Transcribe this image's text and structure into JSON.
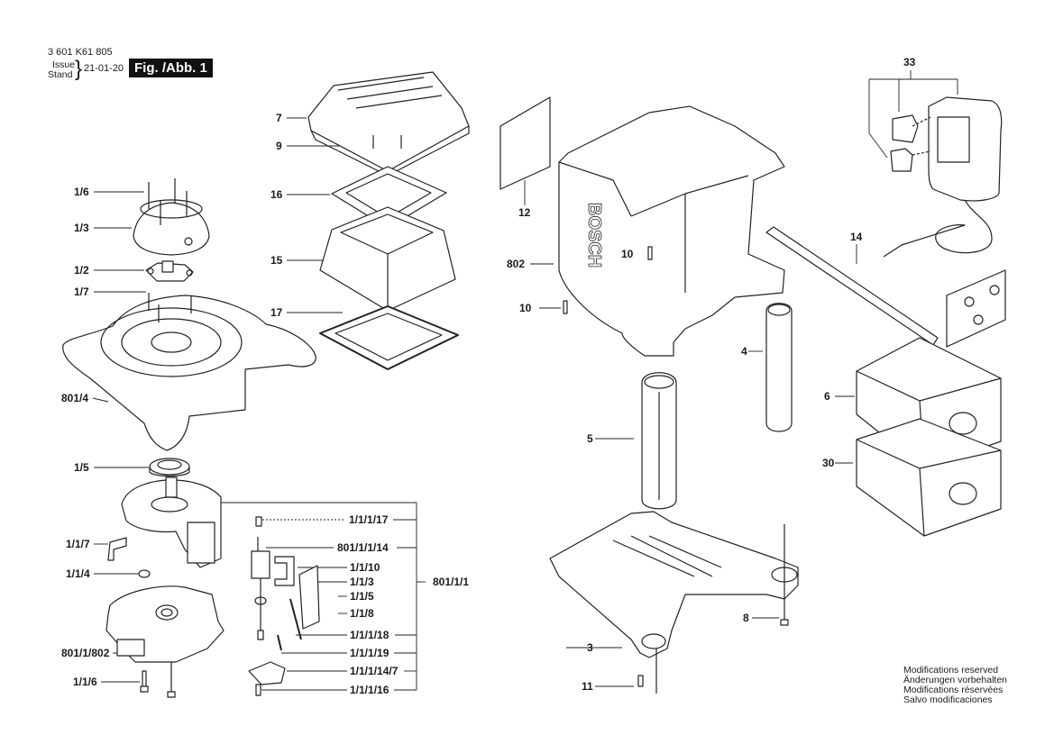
{
  "header": {
    "part_number": "3 601 K61 805",
    "issue_label": "Issue",
    "stand_label": "Stand",
    "date": "21-01-20",
    "figure_label": "Fig. /Abb. 1"
  },
  "footer": {
    "lines": [
      "Modifications reserved",
      "Änderungen vorbehalten",
      "Modifications réservées",
      "Salvo modificaciones"
    ]
  },
  "brand_text": "BOSCH",
  "parts": [
    {
      "id": "1/6"
    },
    {
      "id": "1/3"
    },
    {
      "id": "1/2"
    },
    {
      "id": "1/7"
    },
    {
      "id": "801/4"
    },
    {
      "id": "1/5"
    },
    {
      "id": "1/1/7"
    },
    {
      "id": "1/1/4"
    },
    {
      "id": "801/1/802"
    },
    {
      "id": "1/1/6"
    },
    {
      "id": "7"
    },
    {
      "id": "9"
    },
    {
      "id": "16"
    },
    {
      "id": "15"
    },
    {
      "id": "17"
    },
    {
      "id": "1/1/1/17"
    },
    {
      "id": "801/1/1/14"
    },
    {
      "id": "1/1/10"
    },
    {
      "id": "1/1/3"
    },
    {
      "id": "1/1/5"
    },
    {
      "id": "1/1/8"
    },
    {
      "id": "1/1/1/18"
    },
    {
      "id": "1/1/1/19"
    },
    {
      "id": "1/1/1/14/7"
    },
    {
      "id": "1/1/1/16"
    },
    {
      "id": "801/1/1"
    },
    {
      "id": "12"
    },
    {
      "id": "802"
    },
    {
      "id": "10"
    },
    {
      "id": "10"
    },
    {
      "id": "4"
    },
    {
      "id": "5"
    },
    {
      "id": "3"
    },
    {
      "id": "8"
    },
    {
      "id": "11"
    },
    {
      "id": "33"
    },
    {
      "id": "14"
    },
    {
      "id": "6"
    },
    {
      "id": "30"
    }
  ]
}
